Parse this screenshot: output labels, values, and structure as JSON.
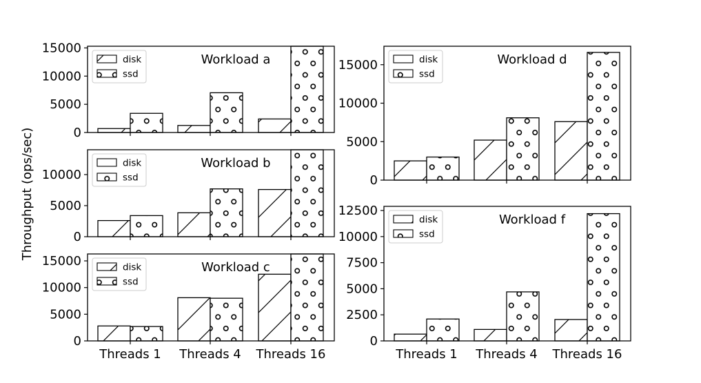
{
  "ylabel": "Throughput (ops/sec)",
  "chart_data": [
    {
      "type": "bar",
      "title": "Workload a",
      "categories": [
        "Threads 1",
        "Threads 4",
        "Threads 16"
      ],
      "series": [
        {
          "name": "disk",
          "values": [
            700,
            1250,
            2400
          ]
        },
        {
          "name": "ssd",
          "values": [
            3400,
            7050,
            15300
          ]
        }
      ],
      "ylim": [
        0,
        15300
      ],
      "yticks": [
        0,
        5000,
        10000,
        15000
      ],
      "show_xticklabels": false,
      "legend": "top-left"
    },
    {
      "type": "bar",
      "title": "Workload b",
      "categories": [
        "Threads 1",
        "Threads 4",
        "Threads 16"
      ],
      "series": [
        {
          "name": "disk",
          "values": [
            2600,
            3850,
            7600
          ]
        },
        {
          "name": "ssd",
          "values": [
            3400,
            7700,
            14000
          ]
        }
      ],
      "ylim": [
        0,
        14000
      ],
      "yticks": [
        0,
        5000,
        10000
      ],
      "show_xticklabels": false,
      "legend": "top-left"
    },
    {
      "type": "bar",
      "title": "Workload c",
      "categories": [
        "Threads 1",
        "Threads 4",
        "Threads 16"
      ],
      "series": [
        {
          "name": "disk",
          "values": [
            2800,
            8100,
            12500
          ]
        },
        {
          "name": "ssd",
          "values": [
            2700,
            8000,
            16300
          ]
        }
      ],
      "ylim": [
        0,
        16300
      ],
      "yticks": [
        0,
        5000,
        10000,
        15000
      ],
      "show_xticklabels": true,
      "legend": "top-left"
    },
    {
      "type": "bar",
      "title": "Workload d",
      "categories": [
        "Threads 1",
        "Threads 4",
        "Threads 16"
      ],
      "series": [
        {
          "name": "disk",
          "values": [
            2500,
            5200,
            7600
          ]
        },
        {
          "name": "ssd",
          "values": [
            3000,
            8100,
            16600
          ]
        }
      ],
      "ylim": [
        0,
        17400
      ],
      "yticks": [
        0,
        5000,
        10000,
        15000
      ],
      "show_xticklabels": false,
      "legend": "top-left"
    },
    {
      "type": "bar",
      "title": "Workload f",
      "categories": [
        "Threads 1",
        "Threads 4",
        "Threads 16"
      ],
      "series": [
        {
          "name": "disk",
          "values": [
            650,
            1100,
            2050
          ]
        },
        {
          "name": "ssd",
          "values": [
            2100,
            4700,
            12200
          ]
        }
      ],
      "ylim": [
        0,
        12900
      ],
      "yticks": [
        0,
        2500,
        5000,
        7500,
        10000,
        12500
      ],
      "show_xticklabels": true,
      "legend": "top-left"
    }
  ]
}
